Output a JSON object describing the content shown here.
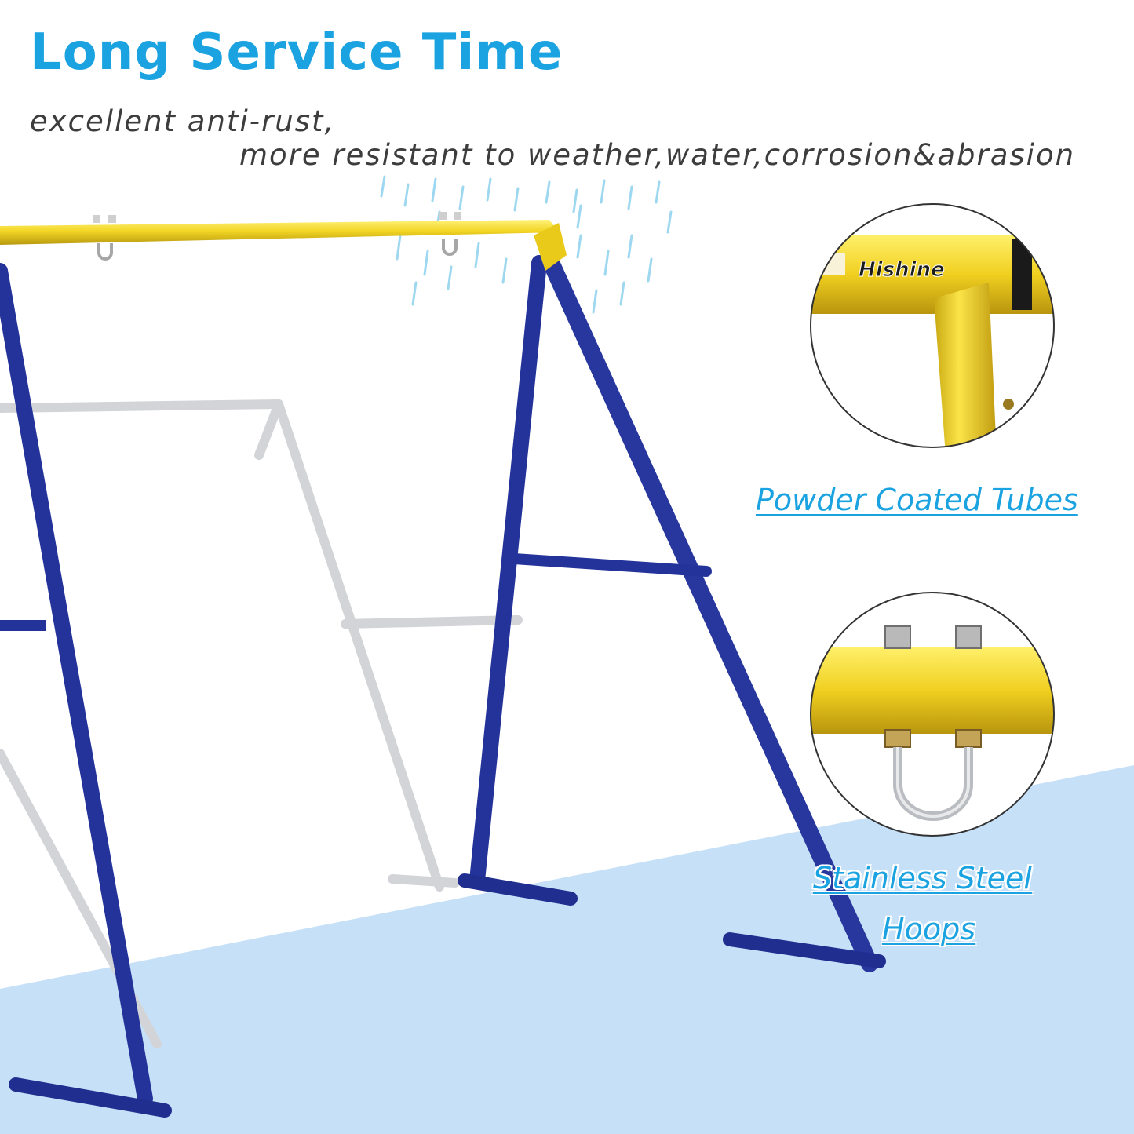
{
  "headline": "Long Service Time",
  "subtitle": {
    "line1": "excellent anti-rust,",
    "line2": "more resistant to weather,water,corrosion&abrasion"
  },
  "callouts": {
    "powder": {
      "label": "Powder Coated Tubes"
    },
    "steel": {
      "label_line1": "Stainless Steel",
      "label_line2": "Hoops"
    }
  },
  "brand_logo_text": "Hishine",
  "colors": {
    "headline": "#1aa3e0",
    "callout_label": "#1aa3e0",
    "subtitle": "#3d3d3d",
    "top_bar": "#f2d524",
    "legs": "#23339a",
    "floor": "#c6e0f8"
  }
}
